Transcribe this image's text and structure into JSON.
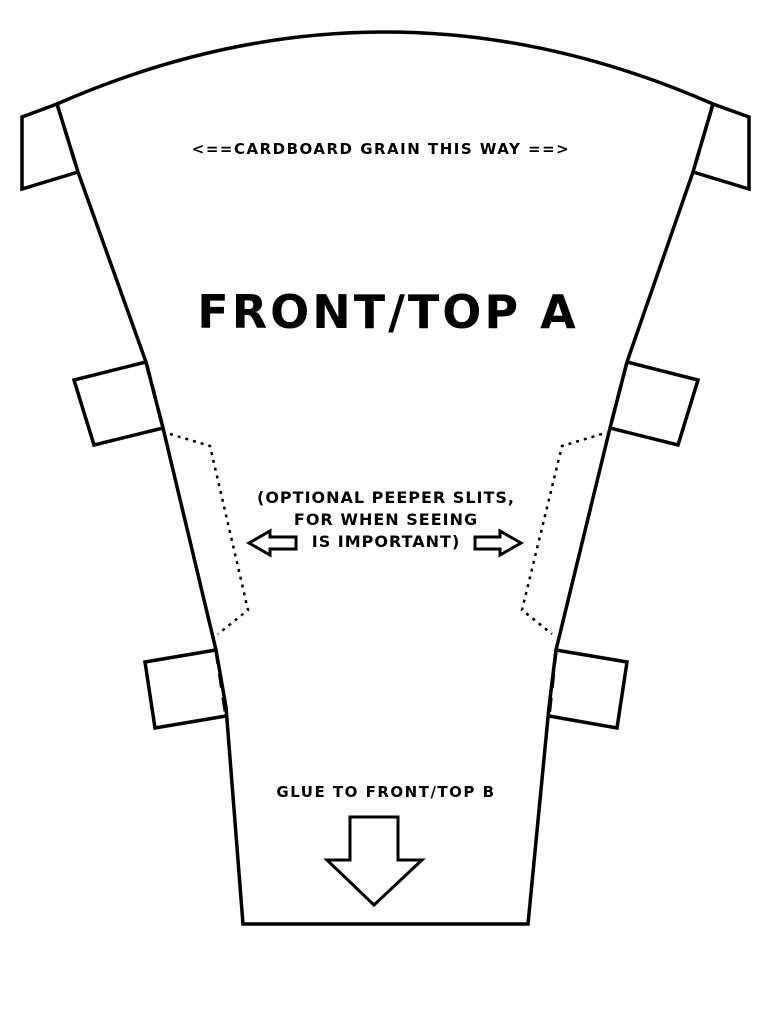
{
  "panel": {
    "grain_label": "<==CARDBOARD GRAIN THIS WAY ==>",
    "title": "FRONT/TOP A",
    "optional_note": {
      "line1": "(OPTIONAL PEEPER SLITS,",
      "line2": "FOR WHEN SEEING",
      "line3": "IS IMPORTANT)"
    },
    "glue_label": "GLUE TO FRONT/TOP B"
  },
  "icons": {
    "left_arrow": "arrow-left-icon",
    "right_arrow": "arrow-right-icon",
    "down_arrow": "arrow-down-icon"
  },
  "colors": {
    "ink": "#000000",
    "paper": "#ffffff"
  }
}
